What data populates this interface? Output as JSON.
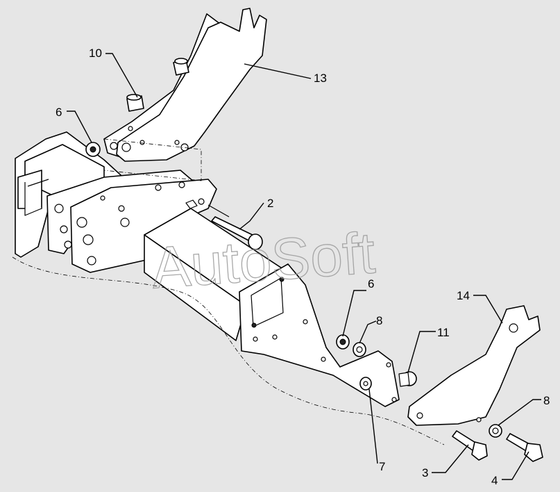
{
  "watermark": "AutoSoft",
  "callouts": [
    {
      "id": "c13",
      "label": "13"
    },
    {
      "id": "c10",
      "label": "10"
    },
    {
      "id": "c6a",
      "label": "6"
    },
    {
      "id": "c2",
      "label": "2"
    },
    {
      "id": "c14",
      "label": "14"
    },
    {
      "id": "c6b",
      "label": "6"
    },
    {
      "id": "c8a",
      "label": "8"
    },
    {
      "id": "c11",
      "label": "11"
    },
    {
      "id": "c8b",
      "label": "8"
    },
    {
      "id": "c7",
      "label": "7"
    },
    {
      "id": "c3",
      "label": "3"
    },
    {
      "id": "c4",
      "label": "4"
    }
  ],
  "colors": {
    "background": "#e6e6e6",
    "part_fill": "#ffffff",
    "line": "#000000",
    "watermark": "#9a9a9a"
  }
}
